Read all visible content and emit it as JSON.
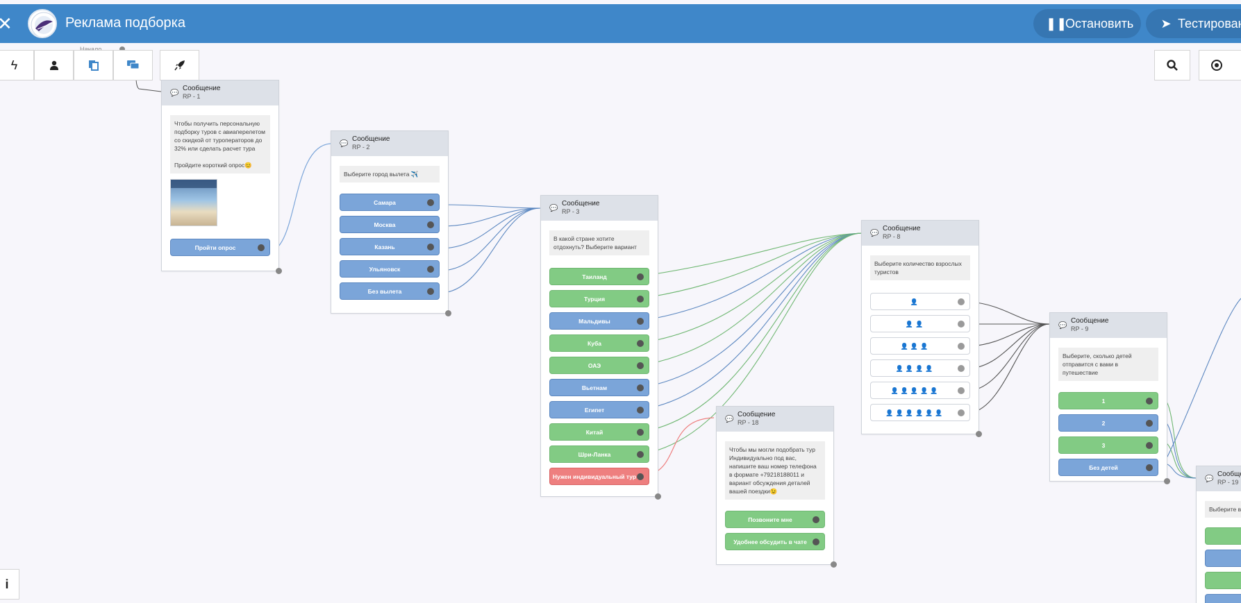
{
  "header": {
    "back_icon": "close-icon",
    "title": "Реклама подборка",
    "stop_label": "Остановить",
    "test_label": "Тестирован",
    "accent": "#3f87c9"
  },
  "toolbar": {
    "icons": [
      "lightning-icon",
      "person-icon",
      "copy-icon",
      "chat-icon",
      "rocket-icon",
      "search-icon",
      "target-icon",
      "info-icon"
    ],
    "start_label": "Начало"
  },
  "nodes": {
    "rp1": {
      "type": "Сообщение",
      "id": "RP - 1",
      "text": "Чтобы получить персональную подборку туров с авиаперелетом со скидкой от туроператоров до 32% или сделать расчет тура\n\nПройдите короткий опрос😊",
      "buttons": [
        "Пройти опрос"
      ]
    },
    "rp2": {
      "type": "Сообщение",
      "id": "RP - 2",
      "text": "Выберите город вылета ✈️",
      "buttons": [
        "Самара",
        "Москва",
        "Казань",
        "Ульяновск",
        "Без вылета"
      ]
    },
    "rp3": {
      "type": "Сообщение",
      "id": "RP - 3",
      "text": "В какой стране хотите отдохнуть? Выберите вариант",
      "buttons": [
        "Таиланд",
        "Турция",
        "Мальдивы",
        "Куба",
        "ОАЭ",
        "Вьетнам",
        "Египет",
        "Китай",
        "Шри-Ланка",
        "Нужен индивидуальный тур"
      ]
    },
    "rp8": {
      "type": "Сообщение",
      "id": "RP - 8",
      "text": "Выберите количество взрослых туристов",
      "buttons": [
        "👤",
        "👤👤",
        "👤👤👤",
        "👤👤👤👤",
        "👤👤👤👤👤",
        "👤👤👤👤👤👤"
      ]
    },
    "rp9": {
      "type": "Сообщение",
      "id": "RP - 9",
      "text": "Выберите, сколько детей отправится с вами в путешествие",
      "buttons": [
        "1",
        "2",
        "3",
        "Без детей"
      ]
    },
    "rp18": {
      "type": "Сообщение",
      "id": "RP - 18",
      "text": "Чтобы мы могли подобрать тур Индивидуально под вас, напишите ваш номер телефона в формате +79218188011 и вариант обсуждения деталей вашей поездки😉",
      "buttons": [
        "Позвоните мне",
        "Удобнее обсудить в чате"
      ]
    },
    "rp19": {
      "type": "Сообщен",
      "id": "RP - 19",
      "text": "Выберите во"
    }
  },
  "colors": {
    "green": "#82cb84",
    "blue": "#7ba5d9",
    "red": "#ee7f7f",
    "header": "#3f87c9",
    "canvas": "#f7f6fb"
  }
}
